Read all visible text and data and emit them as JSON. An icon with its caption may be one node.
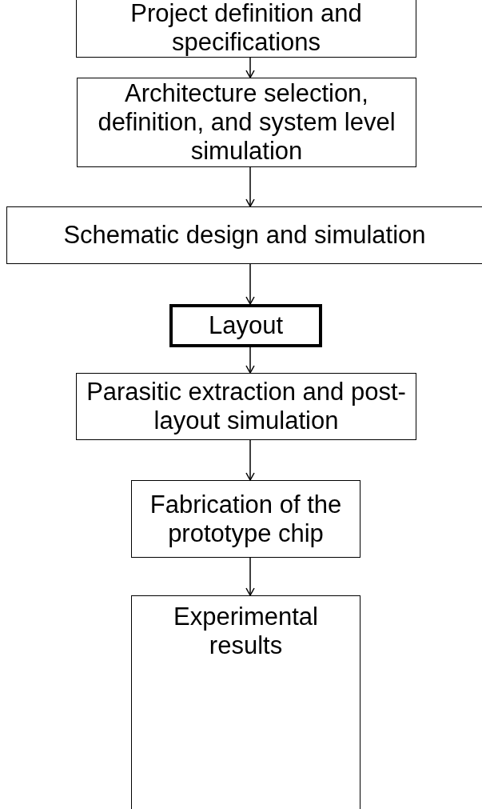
{
  "diagram": {
    "nodes": [
      {
        "text": [
          "Project definition and specifications"
        ]
      },
      {
        "text": [
          "Architecture selection, definition, and system level simulation"
        ]
      },
      {
        "text": [
          "Schematic design and simulation"
        ]
      },
      {
        "text": [
          "Layout"
        ]
      },
      {
        "text": [
          "Parasitic extraction and post-layout simulation"
        ]
      },
      {
        "text": [
          "Fabrication of the prototype chip"
        ]
      },
      {
        "text": [
          "Experimental results"
        ]
      }
    ],
    "edges": [
      {
        "from": 0,
        "to": 1,
        "arrow": "to"
      },
      {
        "from": 1,
        "to": 2,
        "arrow": "to"
      },
      {
        "from": 2,
        "to": 3,
        "arrow": "to"
      },
      {
        "from": 3,
        "to": 4,
        "arrow": "to"
      },
      {
        "from": 4,
        "to": 5,
        "arrow": "to"
      },
      {
        "from": 5,
        "to": 6,
        "arrow": "to"
      }
    ]
  }
}
